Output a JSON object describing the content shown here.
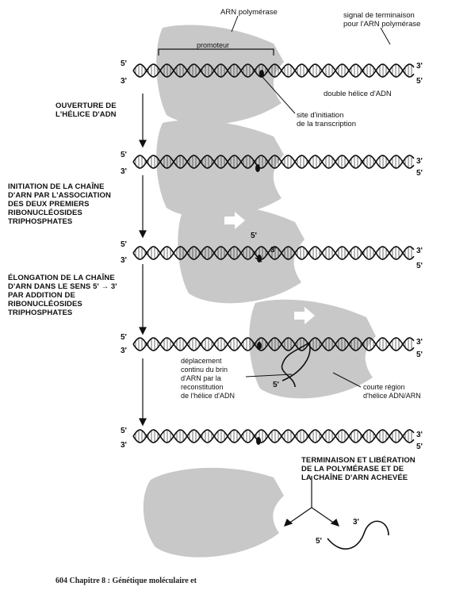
{
  "labels": {
    "arn_polymerase": "ARN polymérase",
    "promoteur": "promoteur",
    "signal_terminaison": "signal de terminaison\npour l'ARN polymérase",
    "double_helice": "double hélice d'ADN",
    "site_initiation": "site d'initiation\nde la transcription",
    "deplacement": "déplacement\ncontinu du brin\nd'ARN par la\nreconstitution\nde l'hélice d'ADN",
    "courte_region": "courte région\nd'hélice ADN/ARN"
  },
  "steps": {
    "ouverture": "OUVERTURE DE\nL'HÉLICE D'ADN",
    "initiation": "INITIATION DE LA CHAÎNE\nD'ARN PAR L'ASSOCIATION\nDES DEUX PREMIERS\nRIBONUCLÉOSIDES\nTRIPHOSPHATES",
    "elongation": "ÉLONGATION DE LA CHAÎNE\nD'ARN DANS LE SENS 5' → 3'\nPAR ADDITION DE\nRIBONUCLÉOSIDES\nTRIPHOSPHATES",
    "terminaison": "TERMINAISON ET LIBÉRATION\nDE LA POLYMÉRASE ET DE\nLA CHAÎNE D'ARN ACHEVÉE"
  },
  "ends": {
    "five": "5'",
    "three": "3'"
  },
  "footer": "604   Chapitre 8 : Génétique moléculaire et"
}
